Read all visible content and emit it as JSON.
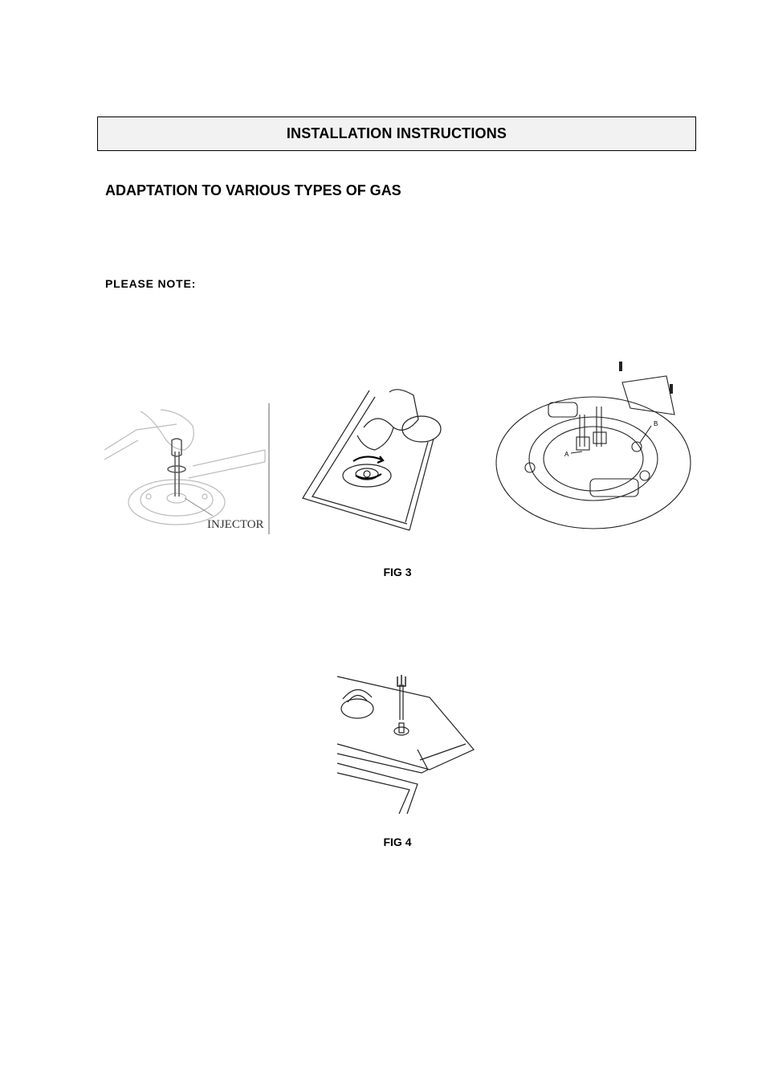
{
  "header": {
    "title": "INSTALLATION INSTRUCTIONS"
  },
  "section": {
    "title": "ADAPTATION TO VARIOUS TYPES OF GAS"
  },
  "note": {
    "label": "PLEASE NOTE:"
  },
  "fig3": {
    "caption": "FIG 3",
    "injector_label": "INJECTOR",
    "label_a": "A",
    "label_b": "B"
  },
  "fig4": {
    "caption": "FIG 4"
  }
}
